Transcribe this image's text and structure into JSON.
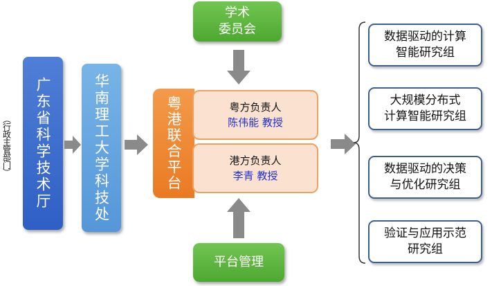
{
  "side_note": "（行政主管部门）",
  "org_boxes": {
    "province": "广东省科学技术厅",
    "university": "华南理工大学科技处"
  },
  "committee": [
    "学术",
    "委员会"
  ],
  "platform": {
    "name": "粤港联合平台",
    "gd_role": "粤方负责人",
    "gd_name": "陈伟能  教授",
    "hk_role": "港方负责人",
    "hk_name": "李青  教授"
  },
  "management": "平台管理",
  "groups": [
    [
      "数据驱动的计算",
      "智能研究组"
    ],
    [
      "大规模分布式",
      "计算智能研究组"
    ],
    [
      "数据驱动的决策",
      "与优化研究组"
    ],
    [
      "验证与应用示范",
      "研究组"
    ]
  ],
  "colors": {
    "dark_blue": "#2f5fc4",
    "light_blue": "#5497d8",
    "green": "#4da830",
    "orange": "#ea7a22",
    "peach": "#fbe2d0",
    "name_blue": "#1f2fd0",
    "arrow_gray": "#8a8a8a"
  }
}
